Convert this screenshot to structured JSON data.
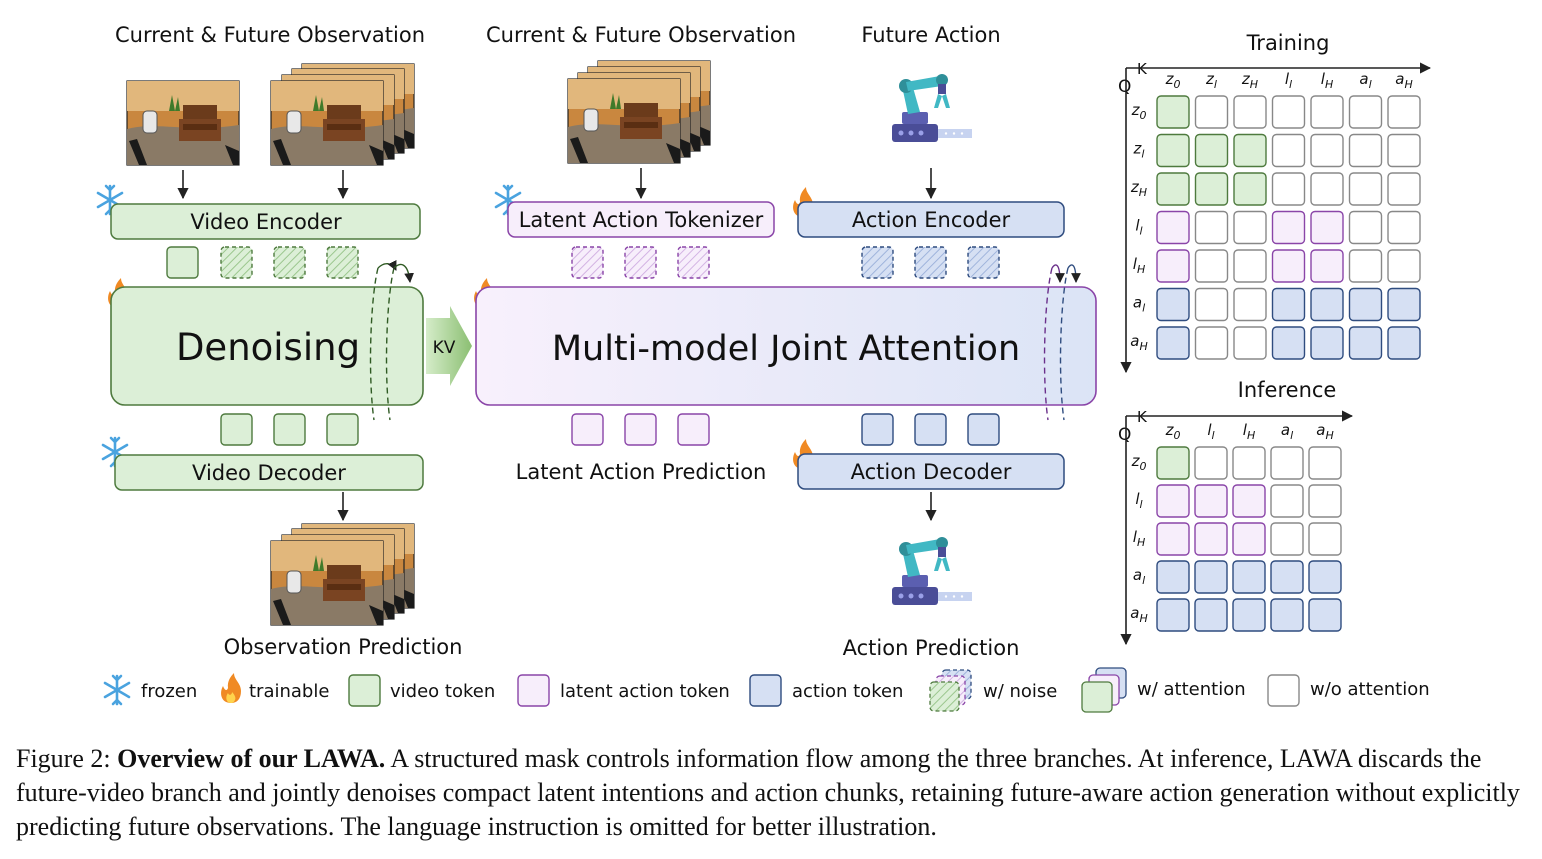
{
  "top_labels": {
    "obs_left": "Current & Future Observation",
    "obs_mid": "Current & Future Observation",
    "future_action": "Future Action",
    "training": "Training",
    "inference": "Inference"
  },
  "modules": {
    "video_encoder": "Video Encoder",
    "latent_action_tokenizer": "Latent Action Tokenizer",
    "action_encoder": "Action Encoder",
    "denoising": "Denoising",
    "kv": "KV",
    "joint_attention": "Multi-model Joint Attention",
    "video_decoder": "Video Decoder",
    "action_decoder": "Action Decoder"
  },
  "bottom_labels": {
    "latent_action_prediction": "Latent Action Prediction",
    "observation_prediction": "Observation Prediction",
    "action_prediction": "Action Prediction"
  },
  "legend": {
    "frozen": "frozen",
    "trainable": "trainable",
    "video_token": "video token",
    "latent_action_token": "latent action token",
    "action_token": "action token",
    "noise": "w/ noise",
    "with_attention": "w/ attention",
    "without_attention": "w/o attention"
  },
  "colors": {
    "video": "#dcefd7",
    "video_border": "#4e7a3e",
    "latent": "#f7eefb",
    "latent_border": "#8a45a8",
    "action": "#d6e0f3",
    "action_border": "#2f4c7f",
    "empty_border": "#888888"
  },
  "axis_labels": {
    "q": "Q",
    "k": "K"
  },
  "training_mask": {
    "cols": [
      "z0",
      "zl",
      "zH",
      "ll",
      "lH",
      "al",
      "aH"
    ],
    "rows": [
      "z0",
      "zl",
      "zH",
      "ll",
      "lH",
      "al",
      "aH"
    ],
    "cells": [
      [
        "v",
        "0",
        "0",
        "0",
        "0",
        "0",
        "0"
      ],
      [
        "v",
        "v",
        "v",
        "0",
        "0",
        "0",
        "0"
      ],
      [
        "v",
        "v",
        "v",
        "0",
        "0",
        "0",
        "0"
      ],
      [
        "l",
        "0",
        "0",
        "l",
        "l",
        "0",
        "0"
      ],
      [
        "l",
        "0",
        "0",
        "l",
        "l",
        "0",
        "0"
      ],
      [
        "a",
        "0",
        "0",
        "a",
        "a",
        "a",
        "a"
      ],
      [
        "a",
        "0",
        "0",
        "a",
        "a",
        "a",
        "a"
      ]
    ]
  },
  "inference_mask": {
    "cols": [
      "z0",
      "ll",
      "lH",
      "al",
      "aH"
    ],
    "rows": [
      "z0",
      "ll",
      "lH",
      "al",
      "aH"
    ],
    "cells": [
      [
        "v",
        "0",
        "0",
        "0",
        "0"
      ],
      [
        "l",
        "l",
        "l",
        "0",
        "0"
      ],
      [
        "l",
        "l",
        "l",
        "0",
        "0"
      ],
      [
        "a",
        "a",
        "a",
        "a",
        "a"
      ],
      [
        "a",
        "a",
        "a",
        "a",
        "a"
      ]
    ]
  },
  "caption": {
    "prefix": "Figure 2: ",
    "bold": "Overview of our LAWA.",
    "text": " A structured mask controls information flow among the three branches. At inference, LAWA discards the future-video branch and jointly denoises compact latent intentions and action chunks, retaining future-aware action generation without explicitly predicting future observations. The language instruction is omitted for better illustration."
  }
}
